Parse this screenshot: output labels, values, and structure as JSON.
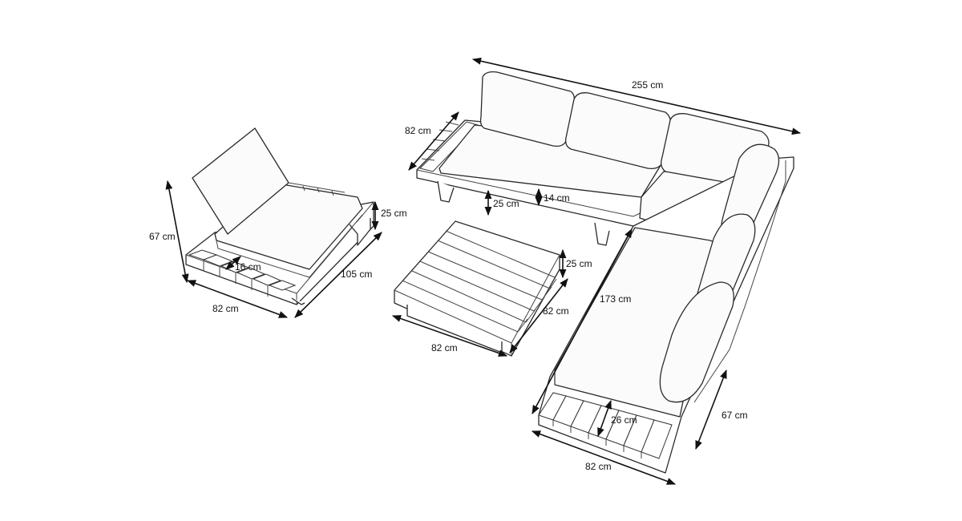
{
  "dimensions": {
    "armchair_height": "67 cm",
    "armchair_seat_height": "25 cm",
    "armchair_depth": "105 cm",
    "armchair_width": "82 cm",
    "armchair_side_table": "16 cm",
    "sofa_length": "255 cm",
    "sofa_depth": "82 cm",
    "sofa_cushion": "14 cm",
    "sofa_seat_height": "25 cm",
    "table_height": "25 cm",
    "table_depth": "82 cm",
    "table_width": "82 cm",
    "chaise_length": "173 cm",
    "chaise_height": "67 cm",
    "chaise_width": "82 cm",
    "chaise_shelf": "26 cm"
  }
}
